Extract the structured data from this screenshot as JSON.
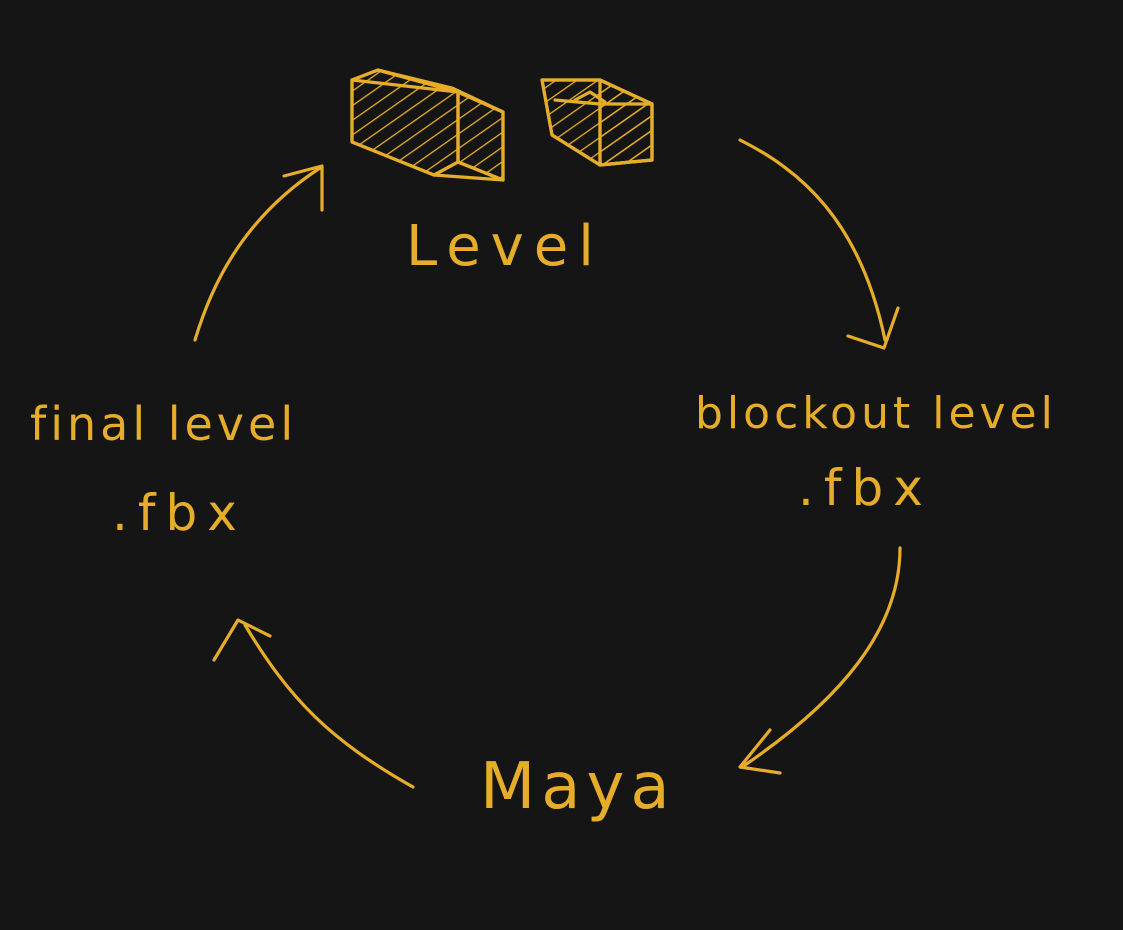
{
  "colors": {
    "background": "#151515",
    "ink": "#e6ad2a"
  },
  "nodes": {
    "level": {
      "label": "Level"
    },
    "blockout": {
      "line1": "blockout level",
      "line2": ".fbx"
    },
    "maya": {
      "label": "Maya"
    },
    "final": {
      "line1": "final level",
      "line2": ".fbx"
    }
  },
  "icons": [
    "cube-block-icon",
    "cube-block-icon"
  ]
}
